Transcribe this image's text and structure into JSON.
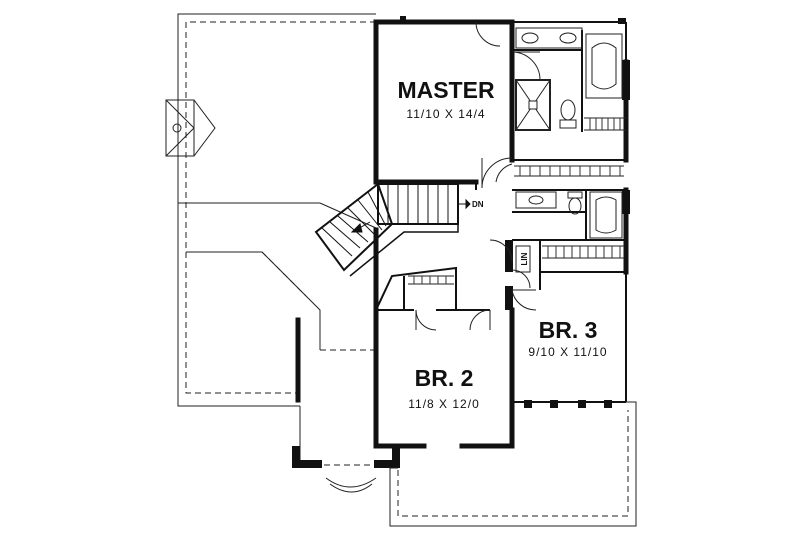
{
  "rooms": {
    "master": {
      "name": "MASTER",
      "dims": "11/10  X  14/4"
    },
    "br2": {
      "name": "BR. 2",
      "dims": "11/8  X  12/0"
    },
    "br3": {
      "name": "BR. 3",
      "dims": "9/10  X  11/10"
    }
  },
  "labels": {
    "stair_down": "DN",
    "linen": "LIN"
  },
  "colors": {
    "wall": "#111111",
    "line": "#222222",
    "background": "#ffffff"
  }
}
